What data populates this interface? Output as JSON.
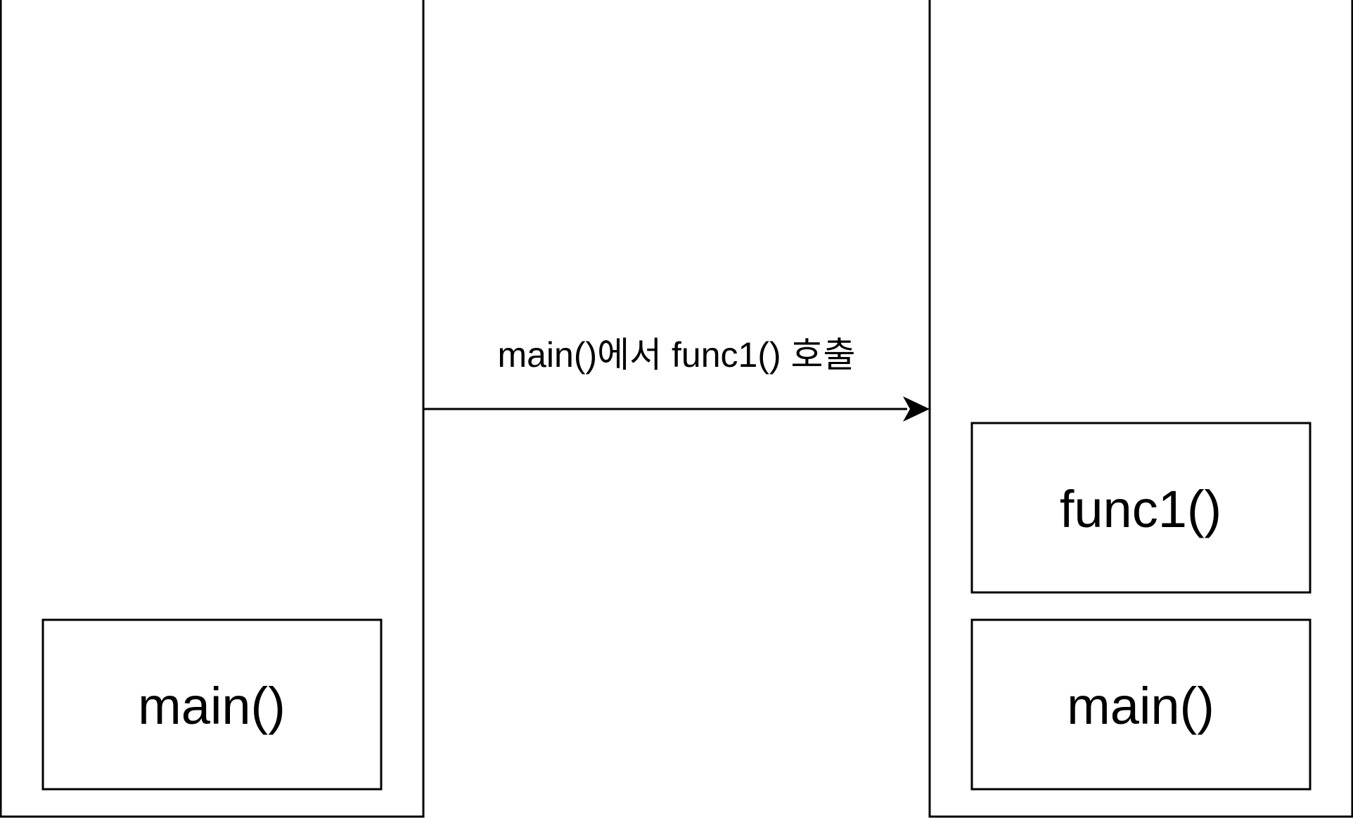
{
  "diagram": {
    "left_stack": {
      "frames": [
        "main()"
      ]
    },
    "right_stack": {
      "frames": [
        "func1()",
        "main()"
      ]
    },
    "arrow": {
      "label": "main()에서 func1() 호출"
    }
  },
  "colors": {
    "stroke": "#000000",
    "background": "#ffffff"
  }
}
